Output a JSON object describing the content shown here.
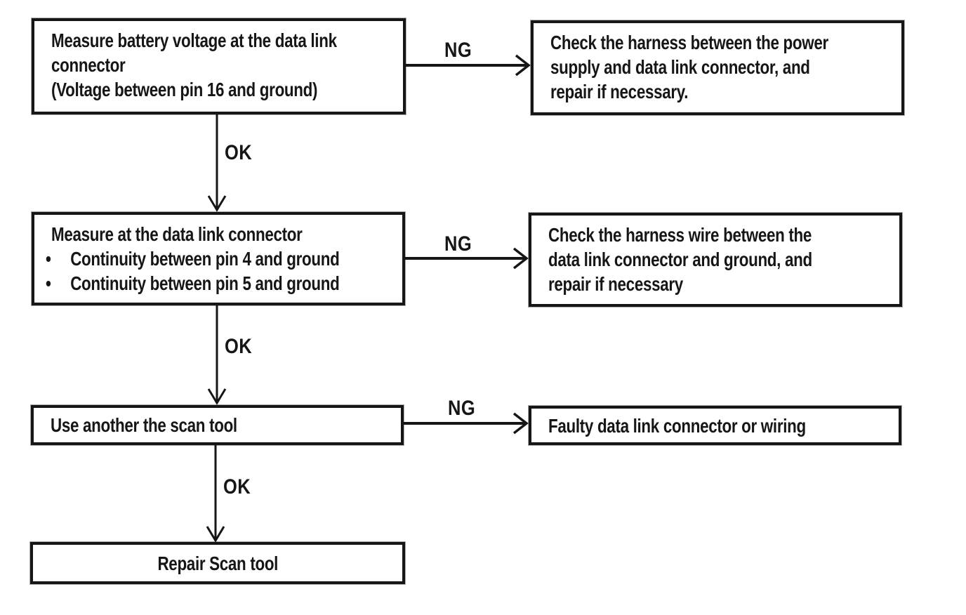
{
  "colors": {
    "ink": "#161616",
    "paper": "#ffffff"
  },
  "bullet_glyph": "•",
  "nodes": {
    "measure_battery": {
      "lines": [
        "Measure battery voltage at the data link",
        "connector",
        "(Voltage between pin 16 and ground)"
      ]
    },
    "check_power_harness": {
      "lines": [
        "Check the harness between the power",
        "supply and data link connector, and",
        "repair if necessary."
      ]
    },
    "measure_continuity": {
      "title": "Measure at the data link connector",
      "bullets": [
        "Continuity between pin 4 and ground",
        "Continuity between pin 5 and ground"
      ]
    },
    "check_ground_harness": {
      "lines": [
        "Check the harness wire between the",
        "data link connector and ground, and",
        "repair if necessary"
      ]
    },
    "use_another_scan_tool": {
      "lines": [
        "Use another the scan tool"
      ]
    },
    "faulty_connector": {
      "lines": [
        "Faulty data link connector or wiring"
      ]
    },
    "repair_scan_tool": {
      "lines": [
        "Repair Scan tool"
      ]
    }
  },
  "connectors": [
    {
      "id": "ng1",
      "label": "NG"
    },
    {
      "id": "ok1",
      "label": "OK"
    },
    {
      "id": "ng2",
      "label": "NG"
    },
    {
      "id": "ok2",
      "label": "OK"
    },
    {
      "id": "ng3",
      "label": "NG"
    },
    {
      "id": "ok3",
      "label": "OK"
    }
  ]
}
